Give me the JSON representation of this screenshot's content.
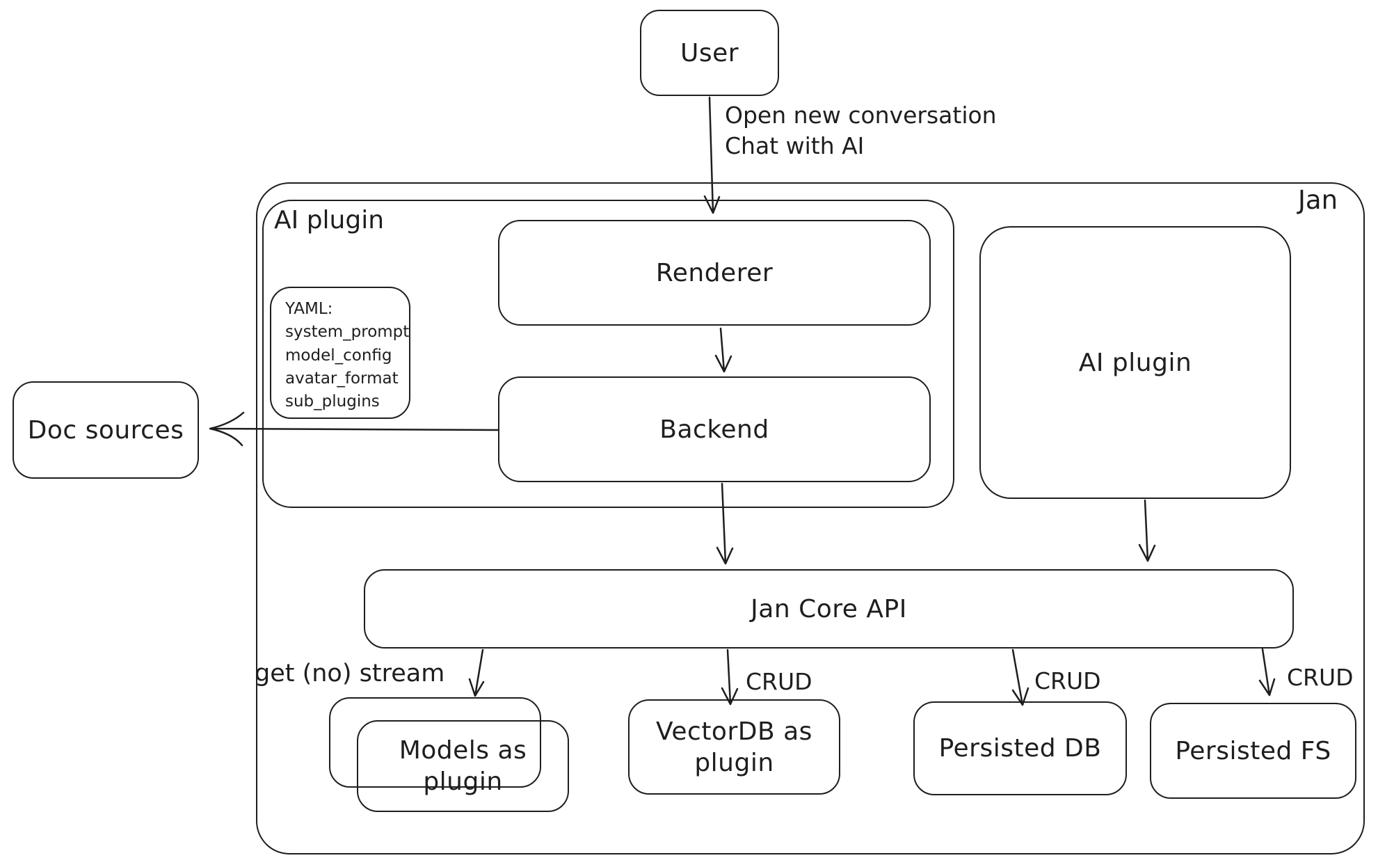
{
  "canvas": {
    "background": "#ffffff",
    "stroke_color": "#1e1e1e"
  },
  "nodes": {
    "user": {
      "label": "User"
    },
    "jan_group": {
      "label": "Jan"
    },
    "ai_plugin_group": {
      "label": "AI plugin"
    },
    "yaml_note": {
      "lines": [
        "YAML:",
        "system_prompt",
        "model_config",
        "avatar_format",
        "sub_plugins"
      ]
    },
    "renderer": {
      "label": "Renderer"
    },
    "backend": {
      "label": "Backend"
    },
    "ai_plugin": {
      "label": "AI plugin"
    },
    "doc_sources": {
      "label": "Doc sources"
    },
    "jan_core_api": {
      "label": "Jan Core API"
    },
    "models_plugin": {
      "label": "Models as plugin"
    },
    "vectordb_plugin": {
      "label": "VectorDB as plugin"
    },
    "persisted_db": {
      "label": "Persisted DB"
    },
    "persisted_fs": {
      "label": "Persisted FS"
    }
  },
  "edges": {
    "user_to_renderer": {
      "label_line1": "Open new conversation",
      "label_line2": "Chat with AI"
    },
    "core_to_models": {
      "label": "get (no) stream"
    },
    "core_to_vectordb": {
      "label": "CRUD"
    },
    "core_to_persisted_db": {
      "label": "CRUD"
    },
    "core_to_persisted_fs": {
      "label": "CRUD"
    }
  }
}
